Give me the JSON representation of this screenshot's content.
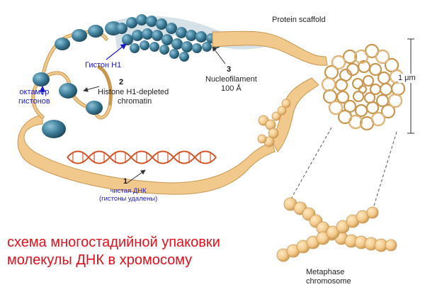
{
  "labels": {
    "histone_h1": "Гистон Н1",
    "histone_octamer_line1": "октамер",
    "histone_octamer_line2": "гистонов",
    "h1_depleted_line1": "Histone H1-depleted",
    "h1_depleted_line2": "chromatin",
    "nucleofilament_line1": "Nucleofilament",
    "nucleofilament_line2": "100 Å",
    "protein_scaffold": "Protein scaffold",
    "scale": "1 μm",
    "naked_dna_line1": "чистая ДНК",
    "naked_dna_line2": "(гистоны удалены)",
    "metaphase_line1": "Metaphase",
    "metaphase_line2": "chromosome"
  },
  "steps": [
    "1",
    "2",
    "3"
  ],
  "title": {
    "line1": "схема многостадийной упаковки",
    "line2": "молекулы ДНК в хромосому"
  },
  "colors": {
    "title": "#e0101c",
    "blue_label": "#1a1acc",
    "strand": "#f2c98c",
    "strand_edge": "#c9964f",
    "dna": "#d2552a",
    "nucleosome": "#2f6b86",
    "background": "#ffffff"
  }
}
